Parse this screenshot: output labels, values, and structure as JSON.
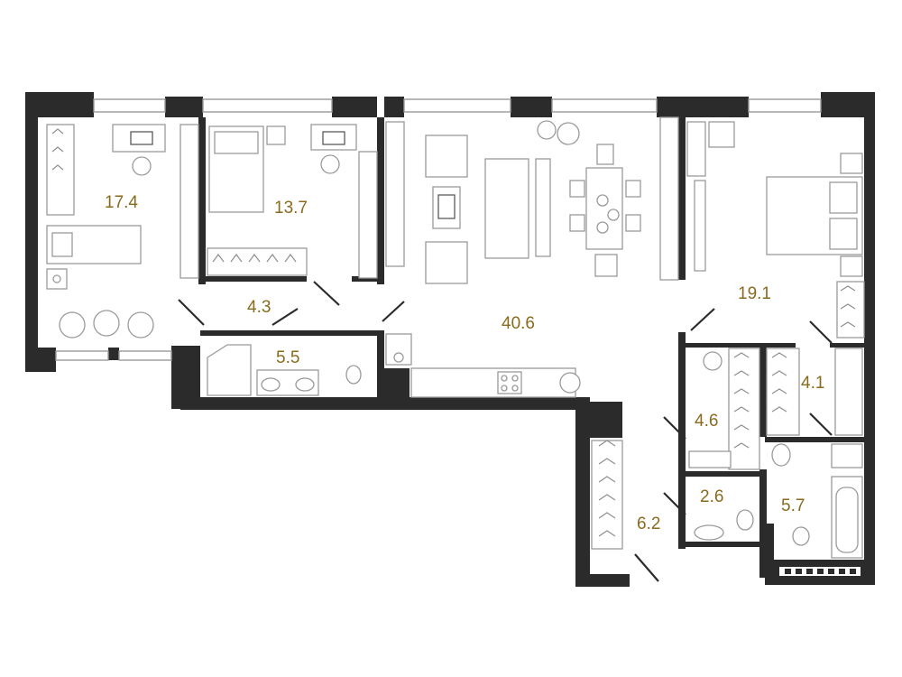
{
  "accent_color": "#8a6a1e",
  "wall_color": "#2b2b2b",
  "rooms": [
    {
      "id": "bedroom-left",
      "area": "17.4"
    },
    {
      "id": "bedroom-middle",
      "area": "13.7"
    },
    {
      "id": "hall-small",
      "area": "4.3"
    },
    {
      "id": "bathroom-left",
      "area": "5.5"
    },
    {
      "id": "living-kitchen",
      "area": "40.6"
    },
    {
      "id": "master-bedroom",
      "area": "19.1"
    },
    {
      "id": "wardrobe-right",
      "area": "4.1"
    },
    {
      "id": "wardrobe-middle",
      "area": "4.6"
    },
    {
      "id": "toilet",
      "area": "2.6"
    },
    {
      "id": "bathroom-right",
      "area": "5.7"
    },
    {
      "id": "storage-corridor",
      "area": "6.2"
    }
  ],
  "icons": [
    "bed-icon",
    "desk-icon",
    "chair-icon",
    "sofa-icon",
    "armchair-icon",
    "dining-table-icon",
    "plant-icon",
    "bathtub-icon",
    "shower-icon",
    "toilet-icon",
    "sink-icon",
    "stove-icon",
    "wardrobe-icon",
    "washing-machine-icon",
    "radiator-icon"
  ]
}
